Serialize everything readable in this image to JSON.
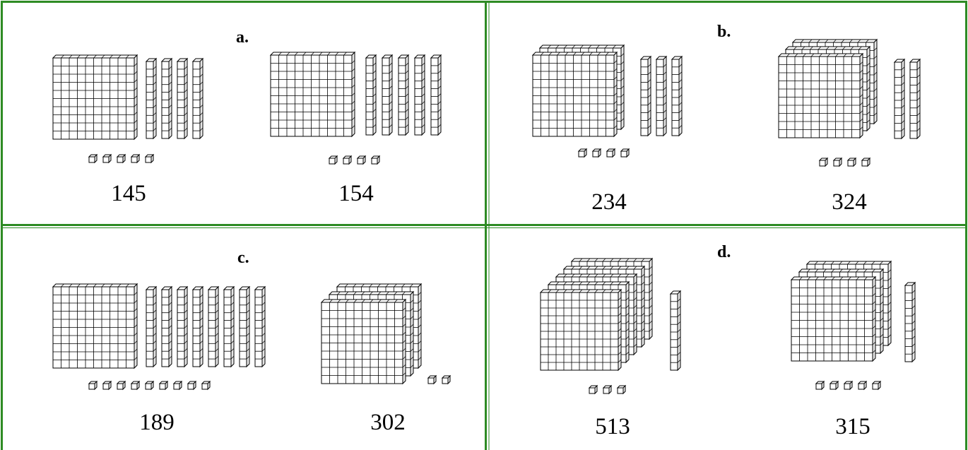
{
  "panels": [
    {
      "label": "a.",
      "left": {
        "hundreds": 1,
        "tens": 4,
        "ones": 5,
        "number": "145"
      },
      "right": {
        "hundreds": 1,
        "tens": 5,
        "ones": 4,
        "number": "154"
      }
    },
    {
      "label": "b.",
      "left": {
        "hundreds": 2,
        "tens": 3,
        "ones": 4,
        "number": "234"
      },
      "right": {
        "hundreds": 3,
        "tens": 2,
        "ones": 4,
        "number": "324"
      }
    },
    {
      "label": "c.",
      "left": {
        "hundreds": 1,
        "tens": 8,
        "ones": 9,
        "number": "189"
      },
      "right": {
        "hundreds": 3,
        "tens": 0,
        "ones": 2,
        "number": "302"
      }
    },
    {
      "label": "d.",
      "left": {
        "hundreds": 5,
        "tens": 1,
        "ones": 3,
        "number": "513"
      },
      "right": {
        "hundreds": 3,
        "tens": 1,
        "ones": 5,
        "number": "315"
      }
    }
  ],
  "colors": {
    "border": "#2e8b24",
    "block_line": "#000000",
    "block_face": "#ffffff",
    "block_side": "#e6e6e6"
  }
}
